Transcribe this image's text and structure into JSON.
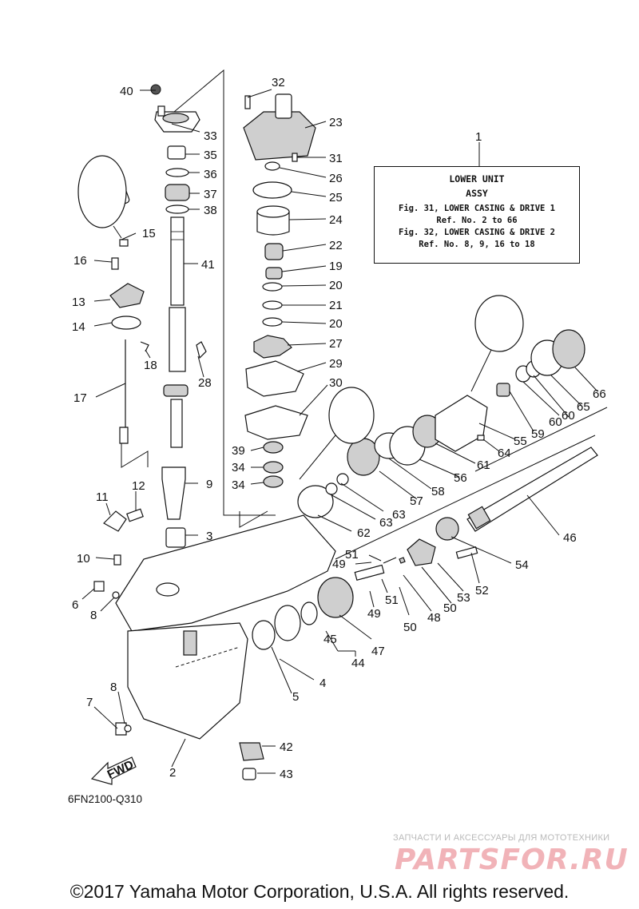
{
  "diagram": {
    "callouts": [
      {
        "id": "c1",
        "label": "1"
      },
      {
        "id": "c2",
        "label": "2"
      },
      {
        "id": "c3",
        "label": "3"
      },
      {
        "id": "c4",
        "label": "4"
      },
      {
        "id": "c5",
        "label": "5"
      },
      {
        "id": "c6",
        "label": "6"
      },
      {
        "id": "c7",
        "label": "7"
      },
      {
        "id": "c8a",
        "label": "8"
      },
      {
        "id": "c8b",
        "label": "8"
      },
      {
        "id": "c9",
        "label": "9"
      },
      {
        "id": "c10",
        "label": "10"
      },
      {
        "id": "c11",
        "label": "11"
      },
      {
        "id": "c12",
        "label": "12"
      },
      {
        "id": "c13",
        "label": "13"
      },
      {
        "id": "c14",
        "label": "14"
      },
      {
        "id": "c15",
        "label": "15"
      },
      {
        "id": "c16",
        "label": "16"
      },
      {
        "id": "c17",
        "label": "17"
      },
      {
        "id": "c18",
        "label": "18"
      },
      {
        "id": "c19",
        "label": "19"
      },
      {
        "id": "c20a",
        "label": "20"
      },
      {
        "id": "c20b",
        "label": "20"
      },
      {
        "id": "c21",
        "label": "21"
      },
      {
        "id": "c22",
        "label": "22"
      },
      {
        "id": "c23",
        "label": "23"
      },
      {
        "id": "c24",
        "label": "24"
      },
      {
        "id": "c25",
        "label": "25"
      },
      {
        "id": "c26",
        "label": "26"
      },
      {
        "id": "c27",
        "label": "27"
      },
      {
        "id": "c28",
        "label": "28"
      },
      {
        "id": "c29",
        "label": "29"
      },
      {
        "id": "c30",
        "label": "30"
      },
      {
        "id": "c31",
        "label": "31"
      },
      {
        "id": "c32",
        "label": "32"
      },
      {
        "id": "c33",
        "label": "33"
      },
      {
        "id": "c34a",
        "label": "34"
      },
      {
        "id": "c34b",
        "label": "34"
      },
      {
        "id": "c35",
        "label": "35"
      },
      {
        "id": "c36",
        "label": "36"
      },
      {
        "id": "c37",
        "label": "37"
      },
      {
        "id": "c38",
        "label": "38"
      },
      {
        "id": "c39",
        "label": "39"
      },
      {
        "id": "c40",
        "label": "40"
      },
      {
        "id": "c41",
        "label": "41"
      },
      {
        "id": "c42",
        "label": "42"
      },
      {
        "id": "c43",
        "label": "43"
      },
      {
        "id": "c44",
        "label": "44"
      },
      {
        "id": "c45",
        "label": "45"
      },
      {
        "id": "c46",
        "label": "46"
      },
      {
        "id": "c47",
        "label": "47"
      },
      {
        "id": "c48",
        "label": "48"
      },
      {
        "id": "c49a",
        "label": "49"
      },
      {
        "id": "c49b",
        "label": "49"
      },
      {
        "id": "c50a",
        "label": "50"
      },
      {
        "id": "c50b",
        "label": "50"
      },
      {
        "id": "c51a",
        "label": "51"
      },
      {
        "id": "c51b",
        "label": "51"
      },
      {
        "id": "c52",
        "label": "52"
      },
      {
        "id": "c53",
        "label": "53"
      },
      {
        "id": "c54",
        "label": "54"
      },
      {
        "id": "c55",
        "label": "55"
      },
      {
        "id": "c56",
        "label": "56"
      },
      {
        "id": "c57",
        "label": "57"
      },
      {
        "id": "c58",
        "label": "58"
      },
      {
        "id": "c59",
        "label": "59"
      },
      {
        "id": "c60a",
        "label": "60"
      },
      {
        "id": "c60b",
        "label": "60"
      },
      {
        "id": "c61",
        "label": "61"
      },
      {
        "id": "c62",
        "label": "62"
      },
      {
        "id": "c63a",
        "label": "63"
      },
      {
        "id": "c63b",
        "label": "63"
      },
      {
        "id": "c64",
        "label": "64"
      },
      {
        "id": "c65",
        "label": "65"
      },
      {
        "id": "c66",
        "label": "66"
      }
    ],
    "fwd_arrow_label": "FWD",
    "drawing_code": "6FN2100-Q310"
  },
  "note": {
    "title": "LOWER UNIT",
    "subtitle": "ASSY",
    "lines": [
      "Fig. 31, LOWER CASING & DRIVE 1",
      "Ref. No. 2 to 66",
      "Fig. 32, LOWER CASING & DRIVE 2",
      "Ref. No. 8, 9, 16 to 18"
    ]
  },
  "watermark": {
    "caption": "ЗАПЧАСТИ И АКСЕССУАРЫ ДЛЯ МОТОТЕХНИКИ",
    "logo": "PARTSFOR.RU"
  },
  "footer": {
    "copyright": "©2017 Yamaha Motor Corporation, U.S.A. All rights reserved."
  }
}
